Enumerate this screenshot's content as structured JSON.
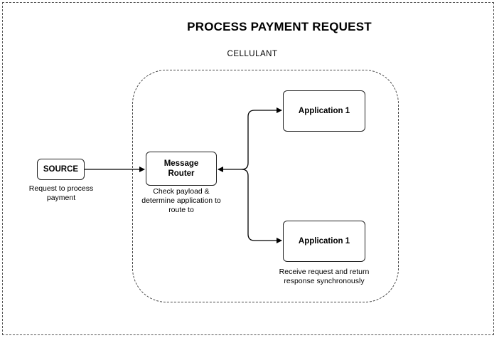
{
  "title": "PROCESS PAYMENT REQUEST",
  "region_label": "CELLULANT",
  "nodes": {
    "source": "SOURCE",
    "router": "Message Router",
    "app_top": "Application 1",
    "app_bottom": "Application 1"
  },
  "captions": {
    "source": "Request to process payment",
    "router": "Check payload & determine application to route to",
    "application": "Receive request and return response synchronously"
  }
}
